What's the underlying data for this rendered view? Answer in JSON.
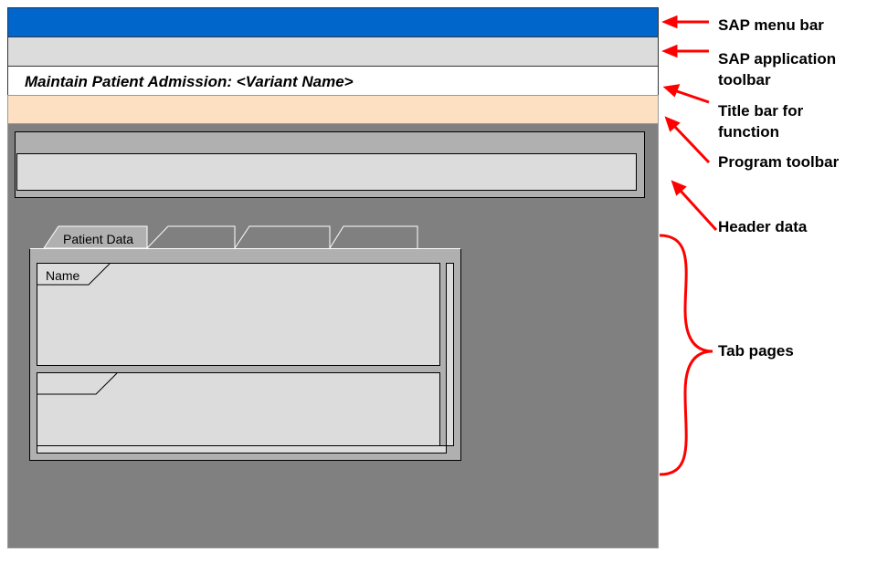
{
  "title_bar": {
    "text": "Maintain Patient Admission: <Variant Name>"
  },
  "tabs": [
    {
      "label": "Patient Data",
      "active": true
    },
    {
      "label": ""
    },
    {
      "label": ""
    },
    {
      "label": ""
    }
  ],
  "groups": [
    {
      "label": "Name"
    },
    {
      "label": ""
    }
  ],
  "annotations": {
    "menu_bar": "SAP menu bar",
    "app_toolbar_1": "SAP application",
    "app_toolbar_2": "toolbar",
    "title_bar_1": "Title bar for",
    "title_bar_2": "function",
    "program_toolbar": "Program toolbar",
    "header_data": "Header data",
    "tab_pages": "Tab pages"
  },
  "colors": {
    "menu_bar": "#0066cc",
    "program_toolbar": "#fde0c2",
    "screen": "#808080",
    "arrow": "#ff0000"
  }
}
